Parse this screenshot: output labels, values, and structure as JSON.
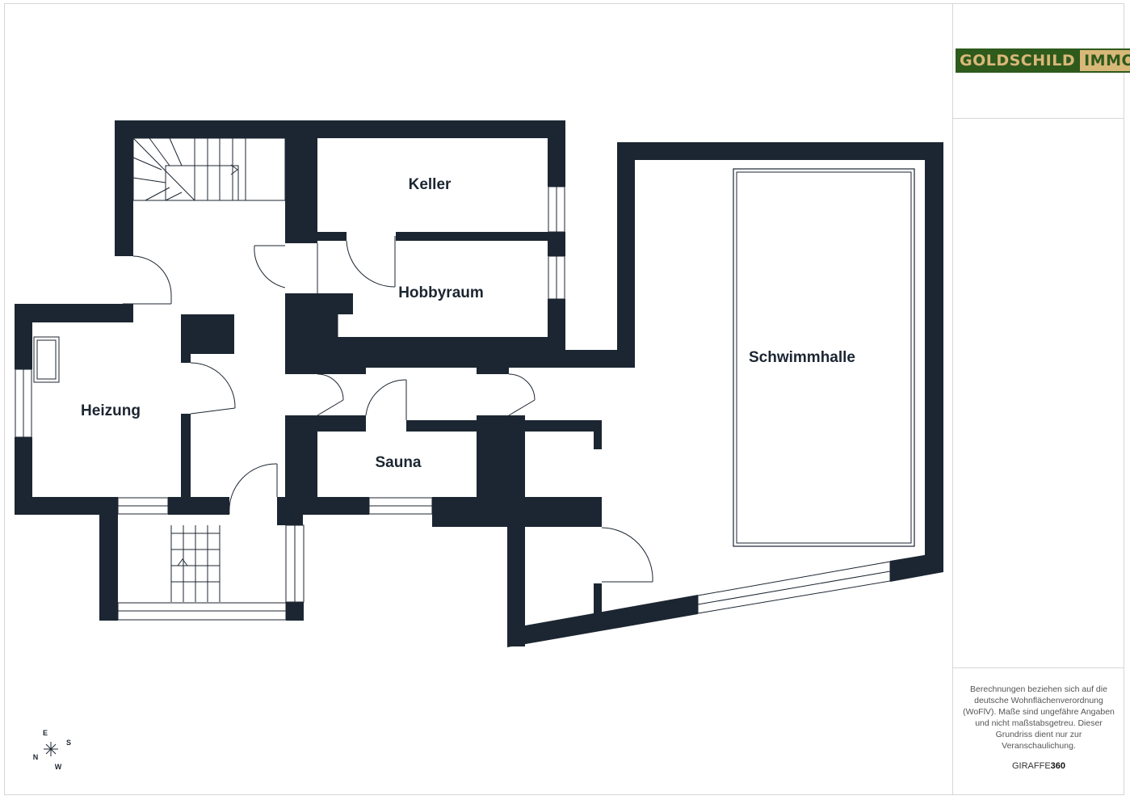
{
  "rooms": {
    "keller": "Keller",
    "hobbyraum": "Hobbyraum",
    "schwimmhalle": "Schwimmhalle",
    "heizung": "Heizung",
    "sauna": "Sauna"
  },
  "compass": {
    "north": "N",
    "east": "E",
    "south": "S",
    "west": "W"
  },
  "sidebar": {
    "logo_part_a": "GOLDSCHILD",
    "logo_part_b": "IMMO",
    "disclaimer": "Berechnungen beziehen sich auf die deutsche Wohnflächenverordnung (WoFlV). Maße sind ungefähre Angaben und nicht maßstabsgetreu. Dieser Grundriss dient nur zur Veranschaulichung.",
    "brand_a": "GIRAFFE",
    "brand_b": "360"
  },
  "colors": {
    "wall": "#1c2632",
    "logo_green": "#2e5a1c",
    "logo_gold": "#d8b878"
  }
}
